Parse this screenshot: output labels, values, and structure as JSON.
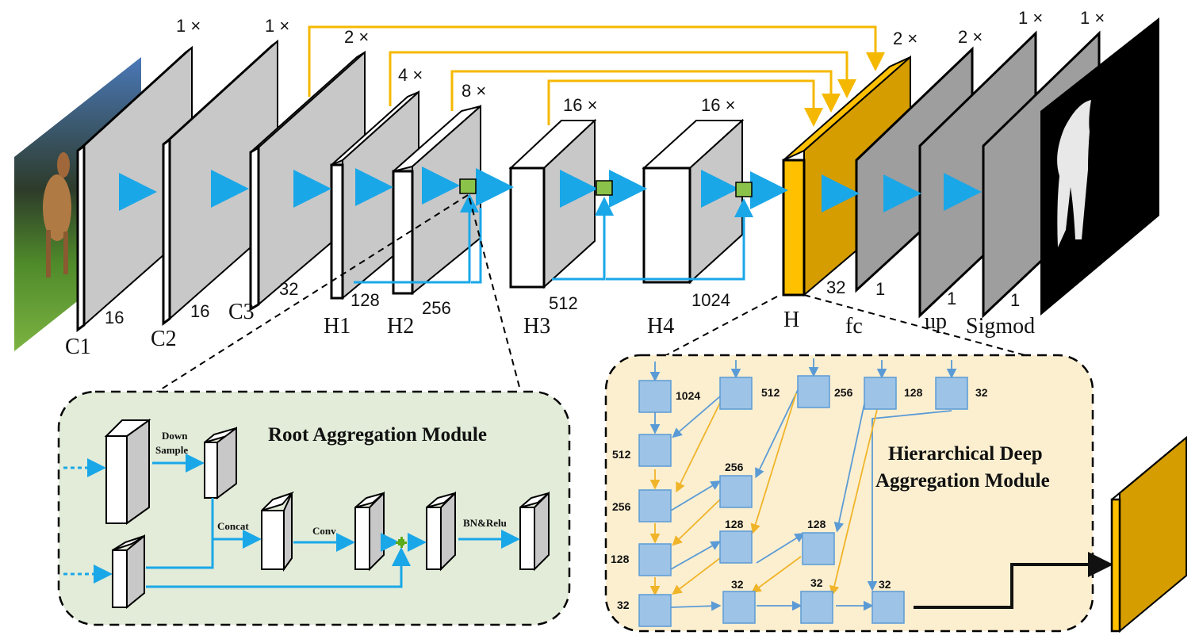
{
  "top": {
    "stages": [
      {
        "name": "C1",
        "channels": "16"
      },
      {
        "name": "C2",
        "channels": "16"
      },
      {
        "name": "C3",
        "channels": "32"
      },
      {
        "name": "H1",
        "channels": "128"
      },
      {
        "name": "H2",
        "channels": "256"
      },
      {
        "name": "H3",
        "channels": "512"
      },
      {
        "name": "H4",
        "channels": "1024"
      },
      {
        "name": "H",
        "channels": "32"
      },
      {
        "name": "fc",
        "channels": "1"
      },
      {
        "name": "up",
        "channels": "1"
      },
      {
        "name": "Sigmod",
        "channels": "1"
      }
    ],
    "scales": [
      "1 ×",
      "1 ×",
      "2 ×",
      "4 ×",
      "8 ×",
      "16 ×",
      "16 ×",
      "2 ×",
      "2 ×",
      "1 ×",
      "1 ×"
    ]
  },
  "root_module": {
    "title": "Root Aggregation Module",
    "down_sample": "Down\nSample",
    "down_line1": "Down",
    "down_line2": "Sample",
    "concat": "Concat",
    "conv": "Conv",
    "bn_relu": "BN&Relu"
  },
  "hda_module": {
    "title_line1": "Hierarchical Deep",
    "title_line2": "Aggregation Module",
    "top_row": [
      "1024",
      "512",
      "256",
      "128",
      "32"
    ],
    "col1": [
      "512",
      "256",
      "128",
      "32"
    ],
    "col2": [
      "256",
      "128",
      "32"
    ],
    "col3": [
      "128",
      "32"
    ],
    "col4": [
      "32"
    ]
  },
  "colors": {
    "flow_arrow": "#1aa7e8",
    "skip_arrow": "#f5b800",
    "gray_face": "#c8c8c8",
    "dark_face": "#9e9e9e",
    "orange_face": "#ffc000",
    "orange_side": "#d59d00",
    "green_node": "#8bc34a",
    "root_bg": "#e2ecd9",
    "hda_bg": "#fcefd0",
    "hda_box": "#9dc3e6"
  }
}
